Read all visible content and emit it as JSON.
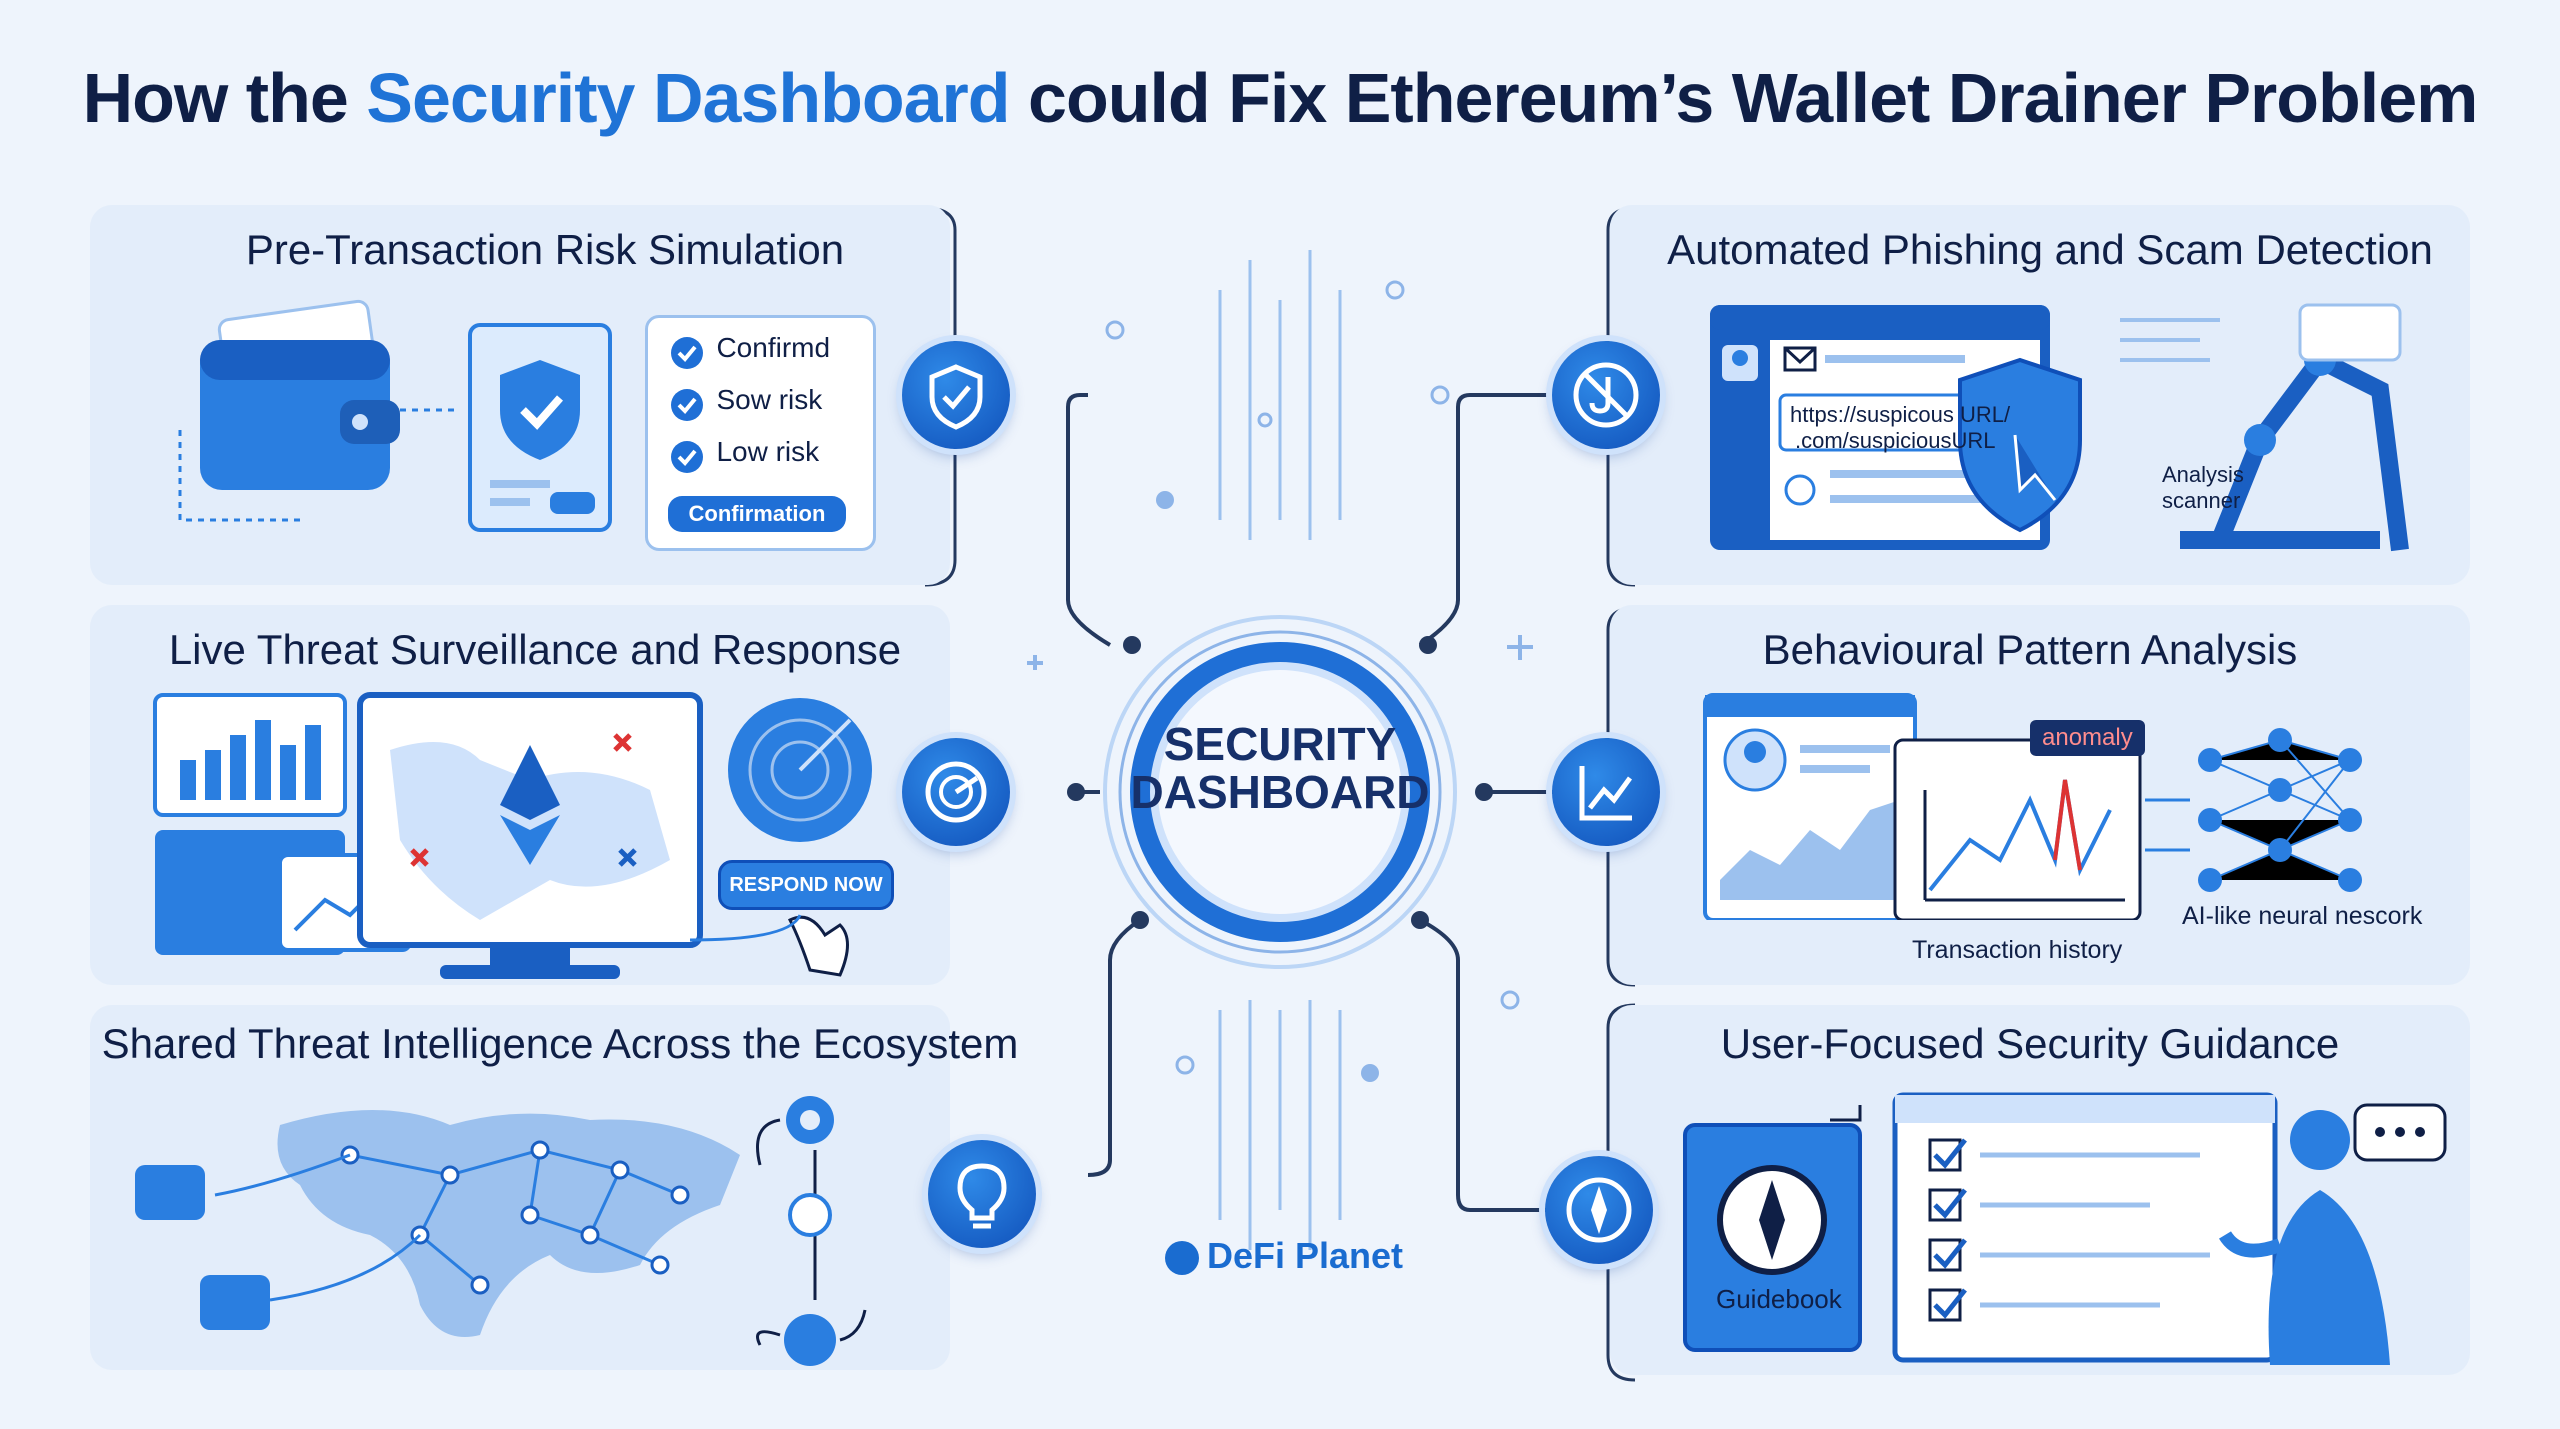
{
  "title": {
    "prefix": "How the ",
    "highlight": "Security Dashboard",
    "suffix": " could Fix Ethereum’s Wallet Drainer Problem"
  },
  "hub": {
    "line1": "SECURITY",
    "line2": "DASHBOARD"
  },
  "panels": {
    "pre_tx": {
      "title": "Pre-Transaction Risk Simulation",
      "checks": [
        "Confirmd",
        "Sow risk",
        "Low risk"
      ],
      "button": "Confirmation"
    },
    "live_threat": {
      "title": "Live Threat Surveillance and Response",
      "button": "RESPOND NOW"
    },
    "shared_intel": {
      "title": "Shared Threat Intelligence Across the Ecosystem"
    },
    "phishing": {
      "title": "Automated Phishing and Scam Detection",
      "url_line1": "https://suspicous URL/",
      "url_line2": ".com/suspiciousURL",
      "scanner_line1": "Analysis",
      "scanner_line2": "scanner"
    },
    "behaviour": {
      "title": "Behavioural Pattern Analysis",
      "anomaly": "anomaly",
      "history": "Transaction history",
      "neural": "AI-like neural nescork"
    },
    "guidance": {
      "title": "User-Focused Security Guidance",
      "guidebook": "Guidebook"
    }
  },
  "logo": "DeFi Planet",
  "icons": [
    "shield-check-icon",
    "radar-icon",
    "lightbulb-icon",
    "hook-icon",
    "chart-up-icon",
    "compass-icon"
  ],
  "colors": {
    "navy": "#0f1f46",
    "accent": "#1f73d6",
    "panel": "#e3edfa"
  }
}
